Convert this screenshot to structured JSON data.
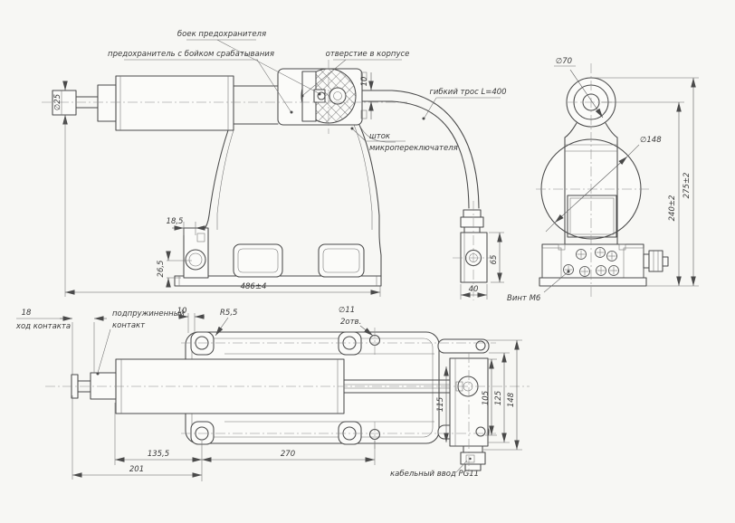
{
  "labels": {
    "striker": "боек предохранителя",
    "fuse": "предохранитель с бойком срабатывания",
    "housing_hole": "отверстие в корпусе",
    "cable": "гибкий трос L=400",
    "stem1": "шток",
    "stem2": "микропереключателя",
    "screw_m6": "Винт М6",
    "spring1": "подпружиненный",
    "spring2": "контакт",
    "travel_num": "18",
    "travel_text": "ход контакта",
    "cable_entry": "кабельный ввод PG11"
  },
  "dims": {
    "d25": "∅25",
    "stem10": "10",
    "d70": "∅70",
    "d148": "∅148",
    "h240": "240±2",
    "h275": "275±2",
    "w18_5": "18,5",
    "h26_5": "26,5",
    "len486": "486±4",
    "w40": "40",
    "h65": "65",
    "plan10": "10",
    "r55": "R5,5",
    "d11": "∅11",
    "d11n": "2отв.",
    "v115": "115",
    "v105": "105",
    "v125": "125",
    "v148": "148",
    "l135": "135,5",
    "l201": "201",
    "l270": "270"
  }
}
